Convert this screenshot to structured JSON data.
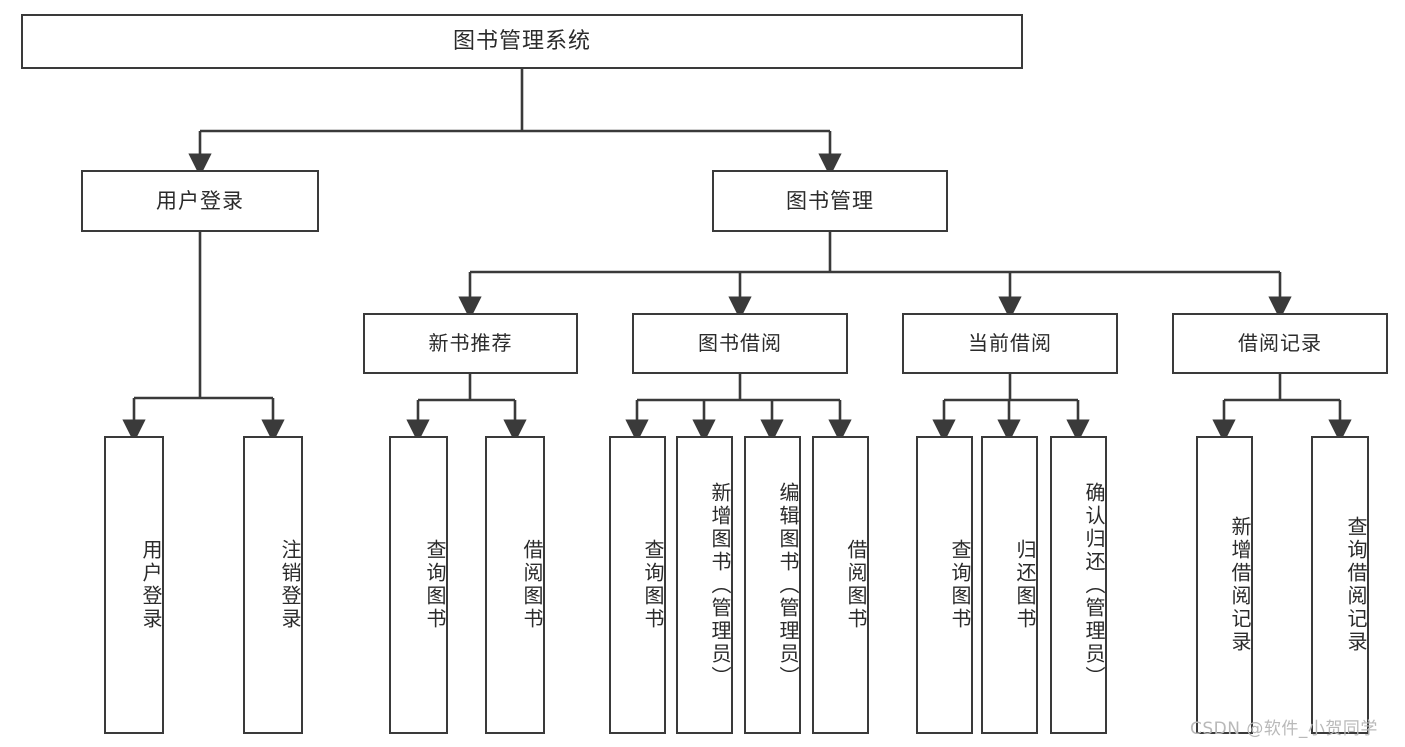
{
  "diagram": {
    "type": "tree",
    "title_node": {
      "label": "图书管理系统"
    },
    "level2": [
      {
        "label": "用户登录"
      },
      {
        "label": "图书管理"
      }
    ],
    "level3": [
      {
        "label": "新书推荐"
      },
      {
        "label": "图书借阅"
      },
      {
        "label": "当前借阅"
      },
      {
        "label": "借阅记录"
      }
    ],
    "leaves": {
      "user_login": [
        {
          "label": "用户登录"
        },
        {
          "label": "注销登录"
        }
      ],
      "new_book_rec": [
        {
          "label": "查询图书"
        },
        {
          "label": "借阅图书"
        }
      ],
      "book_borrow": [
        {
          "label": "查询图书"
        },
        {
          "label": "新增图书（管理员）"
        },
        {
          "label": "编辑图书（管理员）"
        },
        {
          "label": "借阅图书"
        }
      ],
      "current_borrow": [
        {
          "label": "查询图书"
        },
        {
          "label": "归还图书"
        },
        {
          "label": "确认归还（管理员）"
        }
      ],
      "borrow_record": [
        {
          "label": "新增借阅记录"
        },
        {
          "label": "查询借阅记录"
        }
      ]
    }
  },
  "watermark": {
    "text": "CSDN @软件_小贺同学"
  },
  "colors": {
    "stroke": "#3a3a3a",
    "background": "#ffffff",
    "text": "#2b2b2b",
    "watermark": "#b9b9b9"
  }
}
